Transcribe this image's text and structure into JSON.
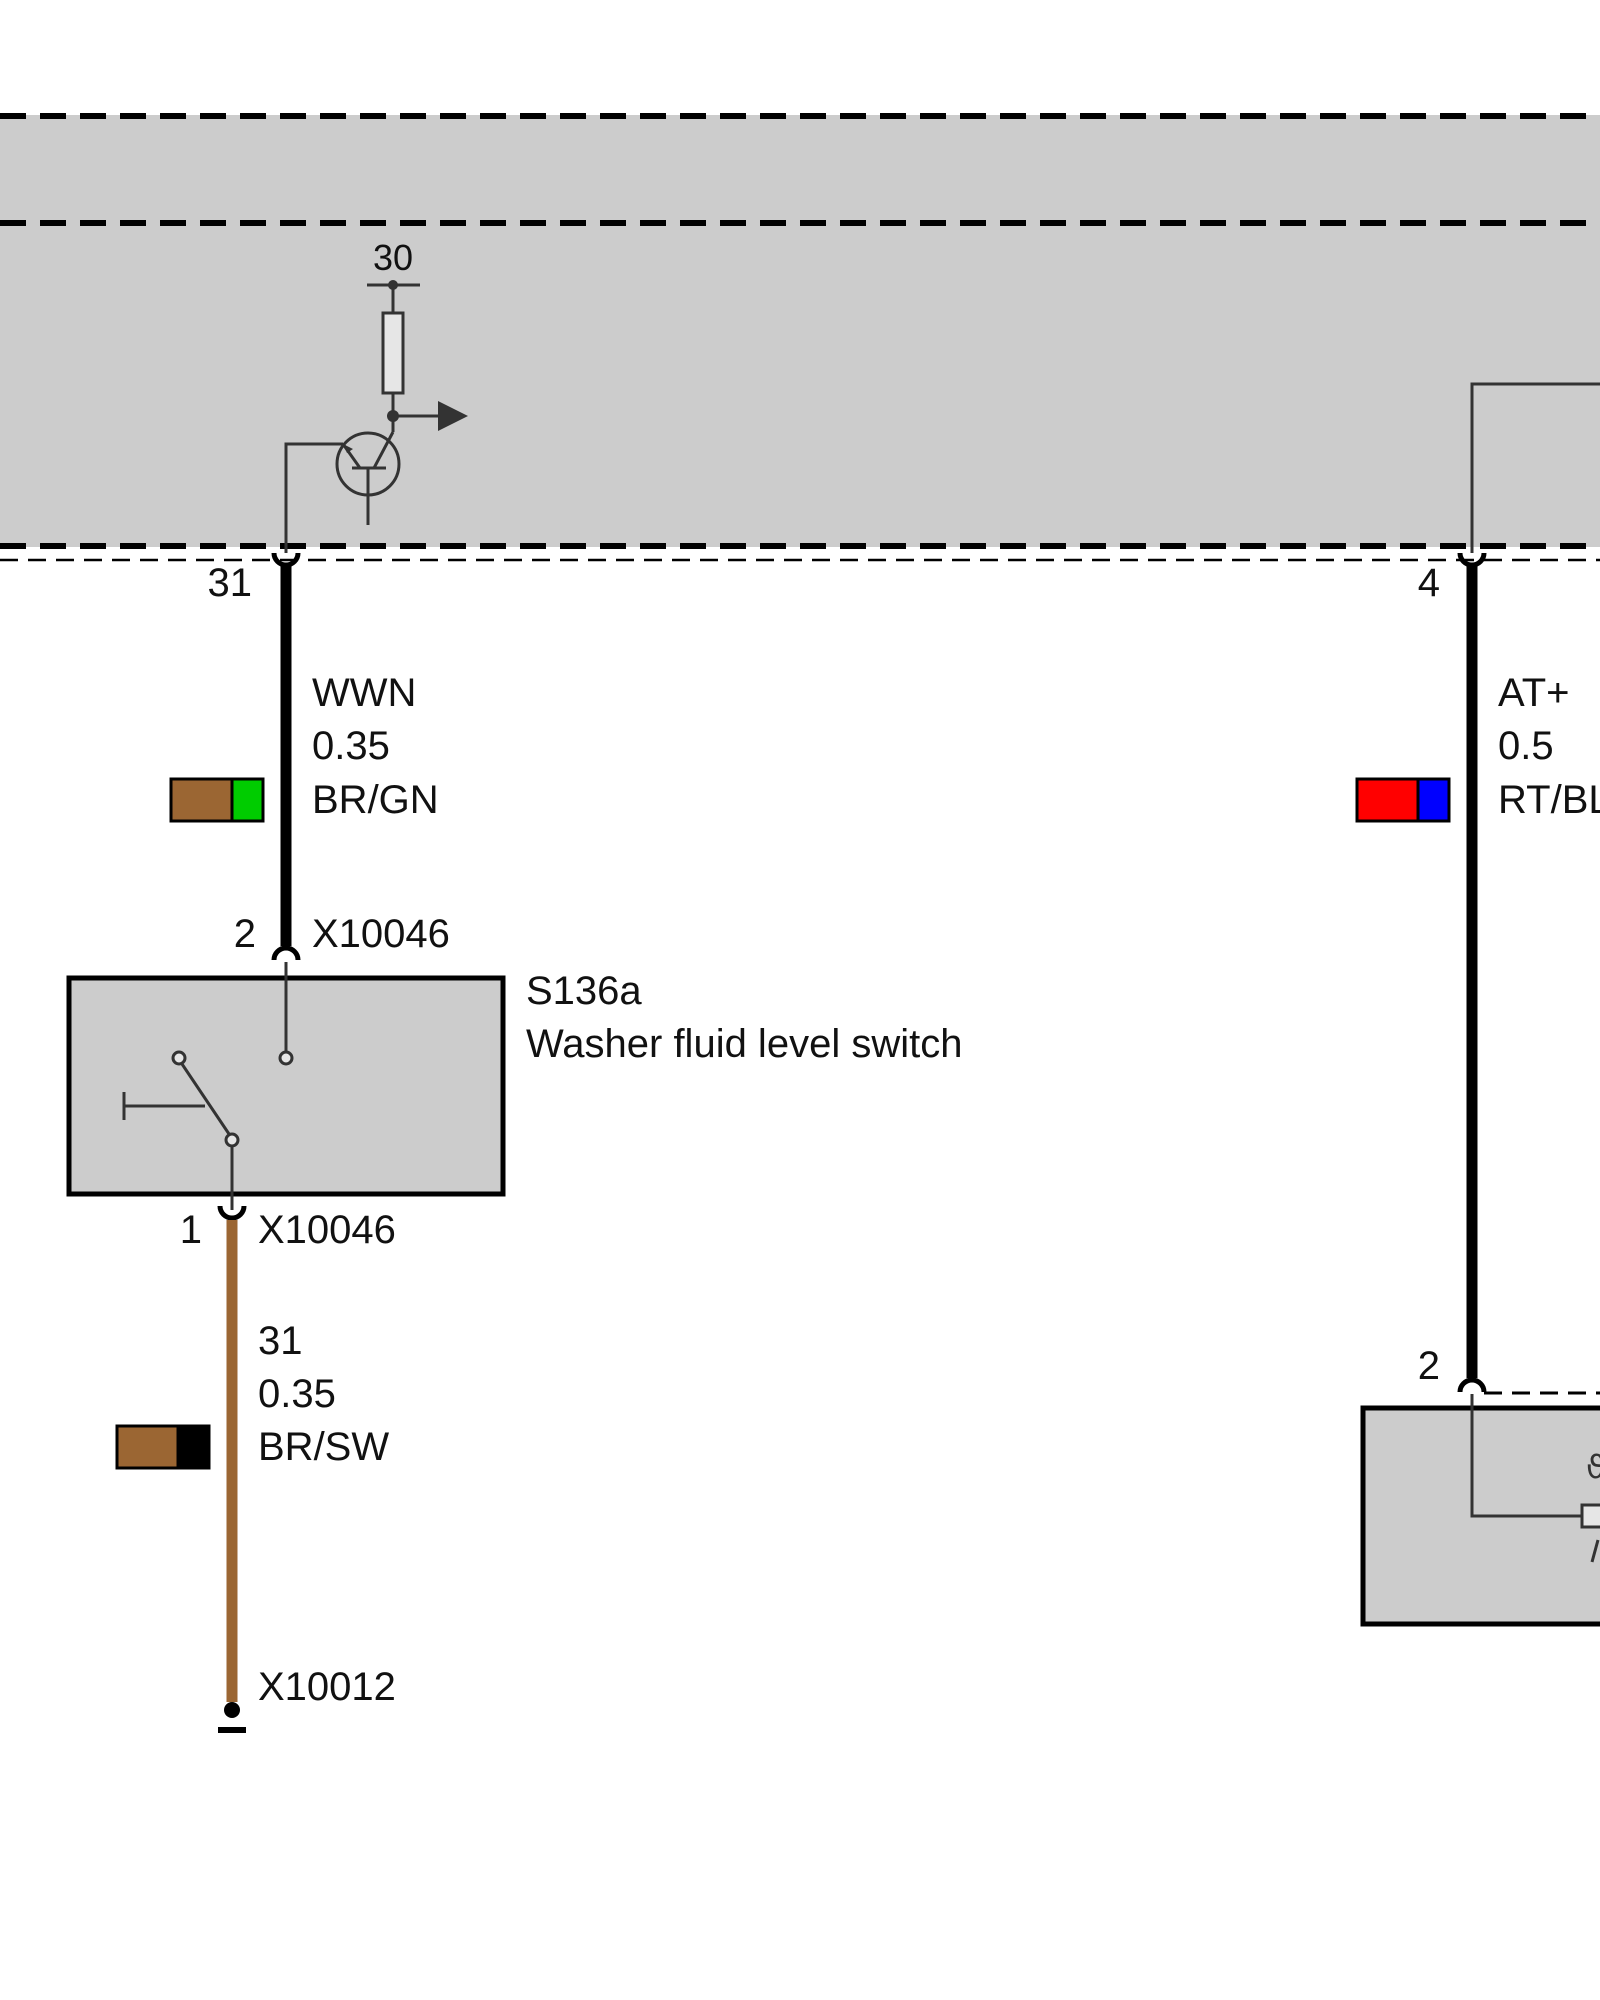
{
  "control_unit": {
    "supply_pin": "30",
    "pins": [
      {
        "number": "31"
      },
      {
        "number": "4"
      }
    ]
  },
  "wires": [
    {
      "signal": "WWN",
      "size": "0.35",
      "color_code": "BR/GN",
      "stripe_colors": [
        "#9b6633",
        "#00cc00"
      ]
    },
    {
      "signal": "AT+",
      "size": "0.5",
      "color_code": "RT/BL",
      "stripe_colors": [
        "#ff0000",
        "#0000ff"
      ]
    },
    {
      "signal": "31",
      "size": "0.35",
      "color_code": "BR/SW",
      "stripe_colors": [
        "#9b6633",
        "#000000"
      ]
    }
  ],
  "switch": {
    "id": "S136a",
    "name": "Washer fluid level switch",
    "connector_top": {
      "pin": "2",
      "connector": "X10046"
    },
    "connector_bottom": {
      "pin": "1",
      "connector": "X10046"
    }
  },
  "ground": {
    "connector": "X10012"
  },
  "sensor": {
    "pin": "2"
  }
}
